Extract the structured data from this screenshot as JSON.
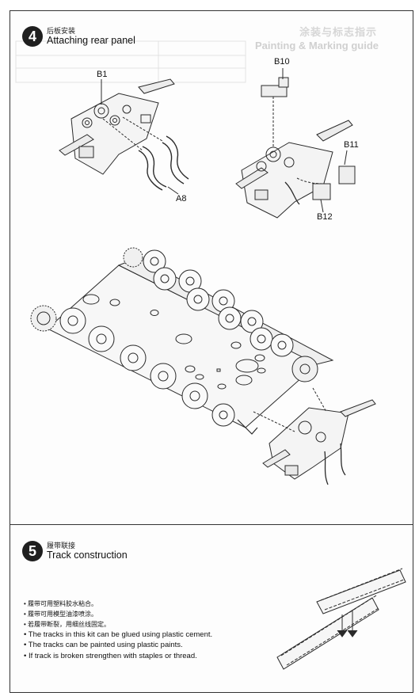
{
  "step4": {
    "number": "4",
    "title_cn": "后板安装",
    "title_en": "Attaching rear panel",
    "callouts": {
      "b1": "B1",
      "a8": "A8",
      "b10": "B10",
      "b11": "B11",
      "b12": "B12"
    }
  },
  "step5": {
    "number": "5",
    "title_cn": "履带联接",
    "title_en": "Track construction",
    "notes_cn": [
      "• 履带可用塑料胶水粘合。",
      "• 履带可用模型油漆喷涂。",
      "• 若履带断裂，用细丝线固定。"
    ],
    "notes_en": [
      "• The tracks in this kit can be glued using plastic cement.",
      "• The tracks can be painted using plastic paints.",
      "• If track is broken strengthen with staples or thread."
    ]
  },
  "bleed_through": {
    "heading_cn": "涂装与标志指示",
    "heading_en": "Painting & Marking guide"
  }
}
